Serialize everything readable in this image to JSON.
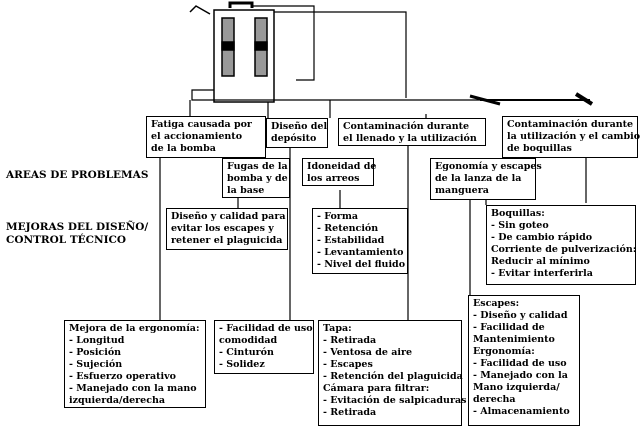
{
  "row_labels": {
    "problems": "AREAS DE PROBLEMAS",
    "improvements_1": "MEJORAS DEL DISEÑO/",
    "improvements_2": "CONTROL TÉCNICO"
  },
  "problem_boxes": {
    "fatigue": [
      "Fatiga causada por",
      "el accionamiento",
      "de la bomba"
    ],
    "tank_design": [
      "Diseño del",
      "depósito"
    ],
    "fill_contamination": [
      "Contaminación durante",
      "el llenado y la utilización"
    ],
    "nozzle_contamination": [
      "Contaminación durante",
      "la utilización y el cambio",
      "de boquillas"
    ],
    "pump_leaks": [
      "Fugas de la",
      "bomba y de",
      "la base"
    ],
    "harness": [
      "Idoneidad de",
      "los arreos"
    ],
    "lance_ergonomics": [
      "Egonomía y escapes",
      "de la lanza de la",
      "manguera"
    ]
  },
  "improvement_boxes": {
    "leak_design": [
      "Diseño y calidad para",
      "evitar los escapes y",
      "retener el plaguicida"
    ],
    "harness_list": [
      "- Forma",
      "- Retención",
      "- Estabilidad",
      "- Levantamiento",
      "- Nivel del fluido"
    ],
    "nozzles": [
      "Boquillas:",
      " - Sin goteo",
      " - De cambio rápido",
      "Corriente de pulverización:",
      " Reducir al mínimo",
      " - Evitar interferirla"
    ],
    "ergonomics": [
      "Mejora de la ergonomía:",
      "- Longitud",
      "- Posición",
      "- Sujeción",
      "- Esfuerzo operativo",
      "- Manejado con la mano",
      "  izquierda/derecha"
    ],
    "tank_ease": [
      "- Facilidad de uso",
      "  comodidad",
      "- Cinturón",
      "- Solidez"
    ],
    "lid": [
      "Tapa:",
      "- Retirada",
      "- Ventosa de aire",
      "- Escapes",
      "- Retención del plaguicida",
      "Cámara para filtrar:",
      "- Evitación de salpicaduras",
      "- Retirada"
    ],
    "leaks_ergonomics": [
      "Escapes:",
      "- Diseño y calidad",
      "- Facilidad de",
      "  Mantenimiento",
      "Ergonomía:",
      "- Facilidad de uso",
      "- Manejado con la",
      "  Mano izquierda/",
      "  derecha",
      "- Almacenamiento"
    ]
  }
}
